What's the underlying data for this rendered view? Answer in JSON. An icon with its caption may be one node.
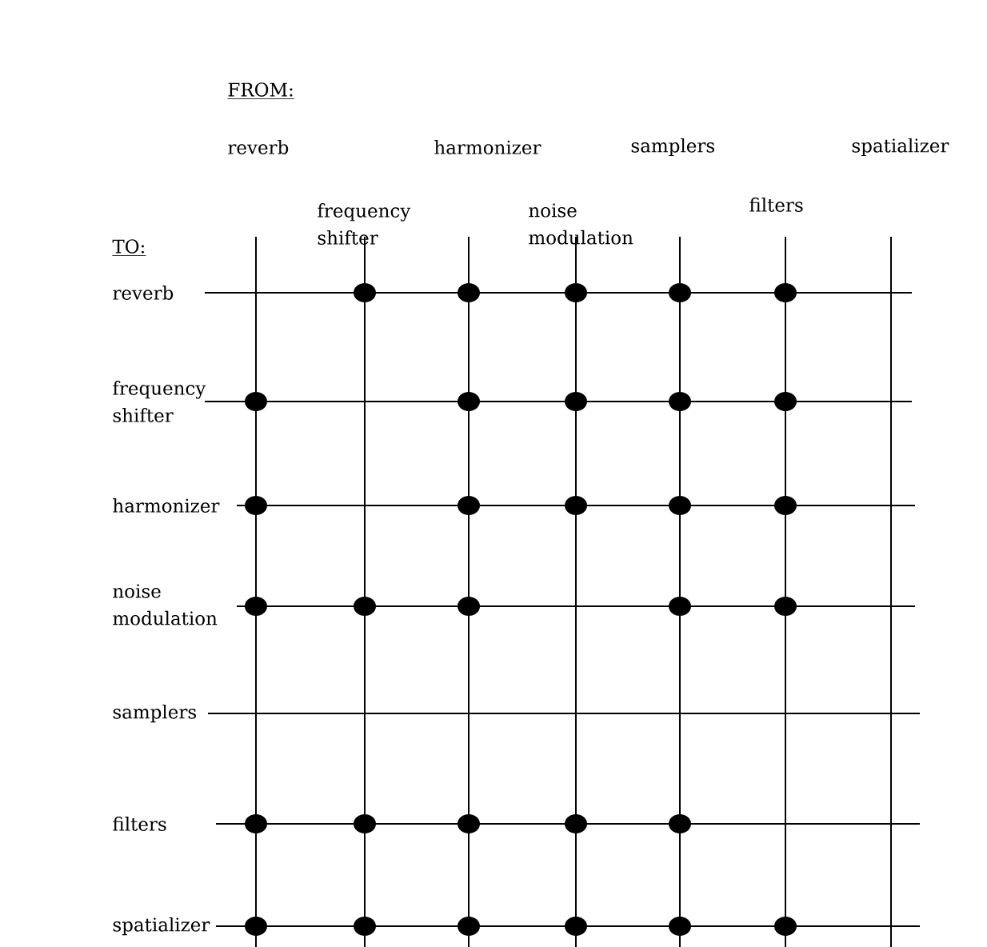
{
  "diagram": {
    "nodes": [
      {
        "text": [
          "reverb"
        ]
      },
      {
        "text": [
          "frequency shifter"
        ]
      },
      {
        "text": [
          "harmonizer"
        ]
      },
      {
        "text": [
          "noise modulation"
        ]
      },
      {
        "text": [
          "samplers"
        ]
      },
      {
        "text": [
          "filters"
        ]
      },
      {
        "text": [
          "spatializer"
        ]
      },
      {
        "text": [
          "reverb"
        ]
      },
      {
        "text": [
          "frequency shifter"
        ]
      },
      {
        "text": [
          "harmonizer"
        ]
      },
      {
        "text": [
          "noise modulation"
        ]
      },
      {
        "text": [
          "samplers"
        ]
      },
      {
        "text": [
          "filters"
        ]
      },
      {
        "text": [
          "spatializer"
        ]
      },
      {
        "text": [],
        "shape": "circle"
      },
      {
        "text": [],
        "shape": "circle"
      },
      {
        "text": [],
        "shape": "circle"
      },
      {
        "text": [],
        "shape": "circle"
      },
      {
        "text": [],
        "shape": "circle"
      },
      {
        "text": [],
        "shape": "circle"
      },
      {
        "text": [],
        "shape": "circle"
      },
      {
        "text": [],
        "shape": "circle"
      },
      {
        "text": [],
        "shape": "circle"
      },
      {
        "text": [],
        "shape": "circle"
      },
      {
        "text": [],
        "shape": "circle"
      },
      {
        "text": [],
        "shape": "circle"
      },
      {
        "text": [],
        "shape": "circle"
      },
      {
        "text": [],
        "shape": "circle"
      },
      {
        "text": [],
        "shape": "circle"
      },
      {
        "text": [],
        "shape": "circle"
      },
      {
        "text": [],
        "shape": "circle"
      },
      {
        "text": [],
        "shape": "circle"
      },
      {
        "text": [],
        "shape": "circle"
      },
      {
        "text": [],
        "shape": "circle"
      },
      {
        "text": [],
        "shape": "circle"
      },
      {
        "text": [],
        "shape": "circle"
      },
      {
        "text": [],
        "shape": "circle"
      },
      {
        "text": [],
        "shape": "circle"
      },
      {
        "text": [],
        "shape": "circle"
      },
      {
        "text": [],
        "shape": "circle"
      },
      {
        "text": [],
        "shape": "circle"
      },
      {
        "text": [],
        "shape": "circle"
      },
      {
        "text": [],
        "shape": "circle"
      },
      {
        "text": [],
        "shape": "circle"
      },
      {
        "text": [],
        "shape": "circle"
      }
    ],
    "labels": [
      "FROM:",
      "TO:"
    ]
  }
}
